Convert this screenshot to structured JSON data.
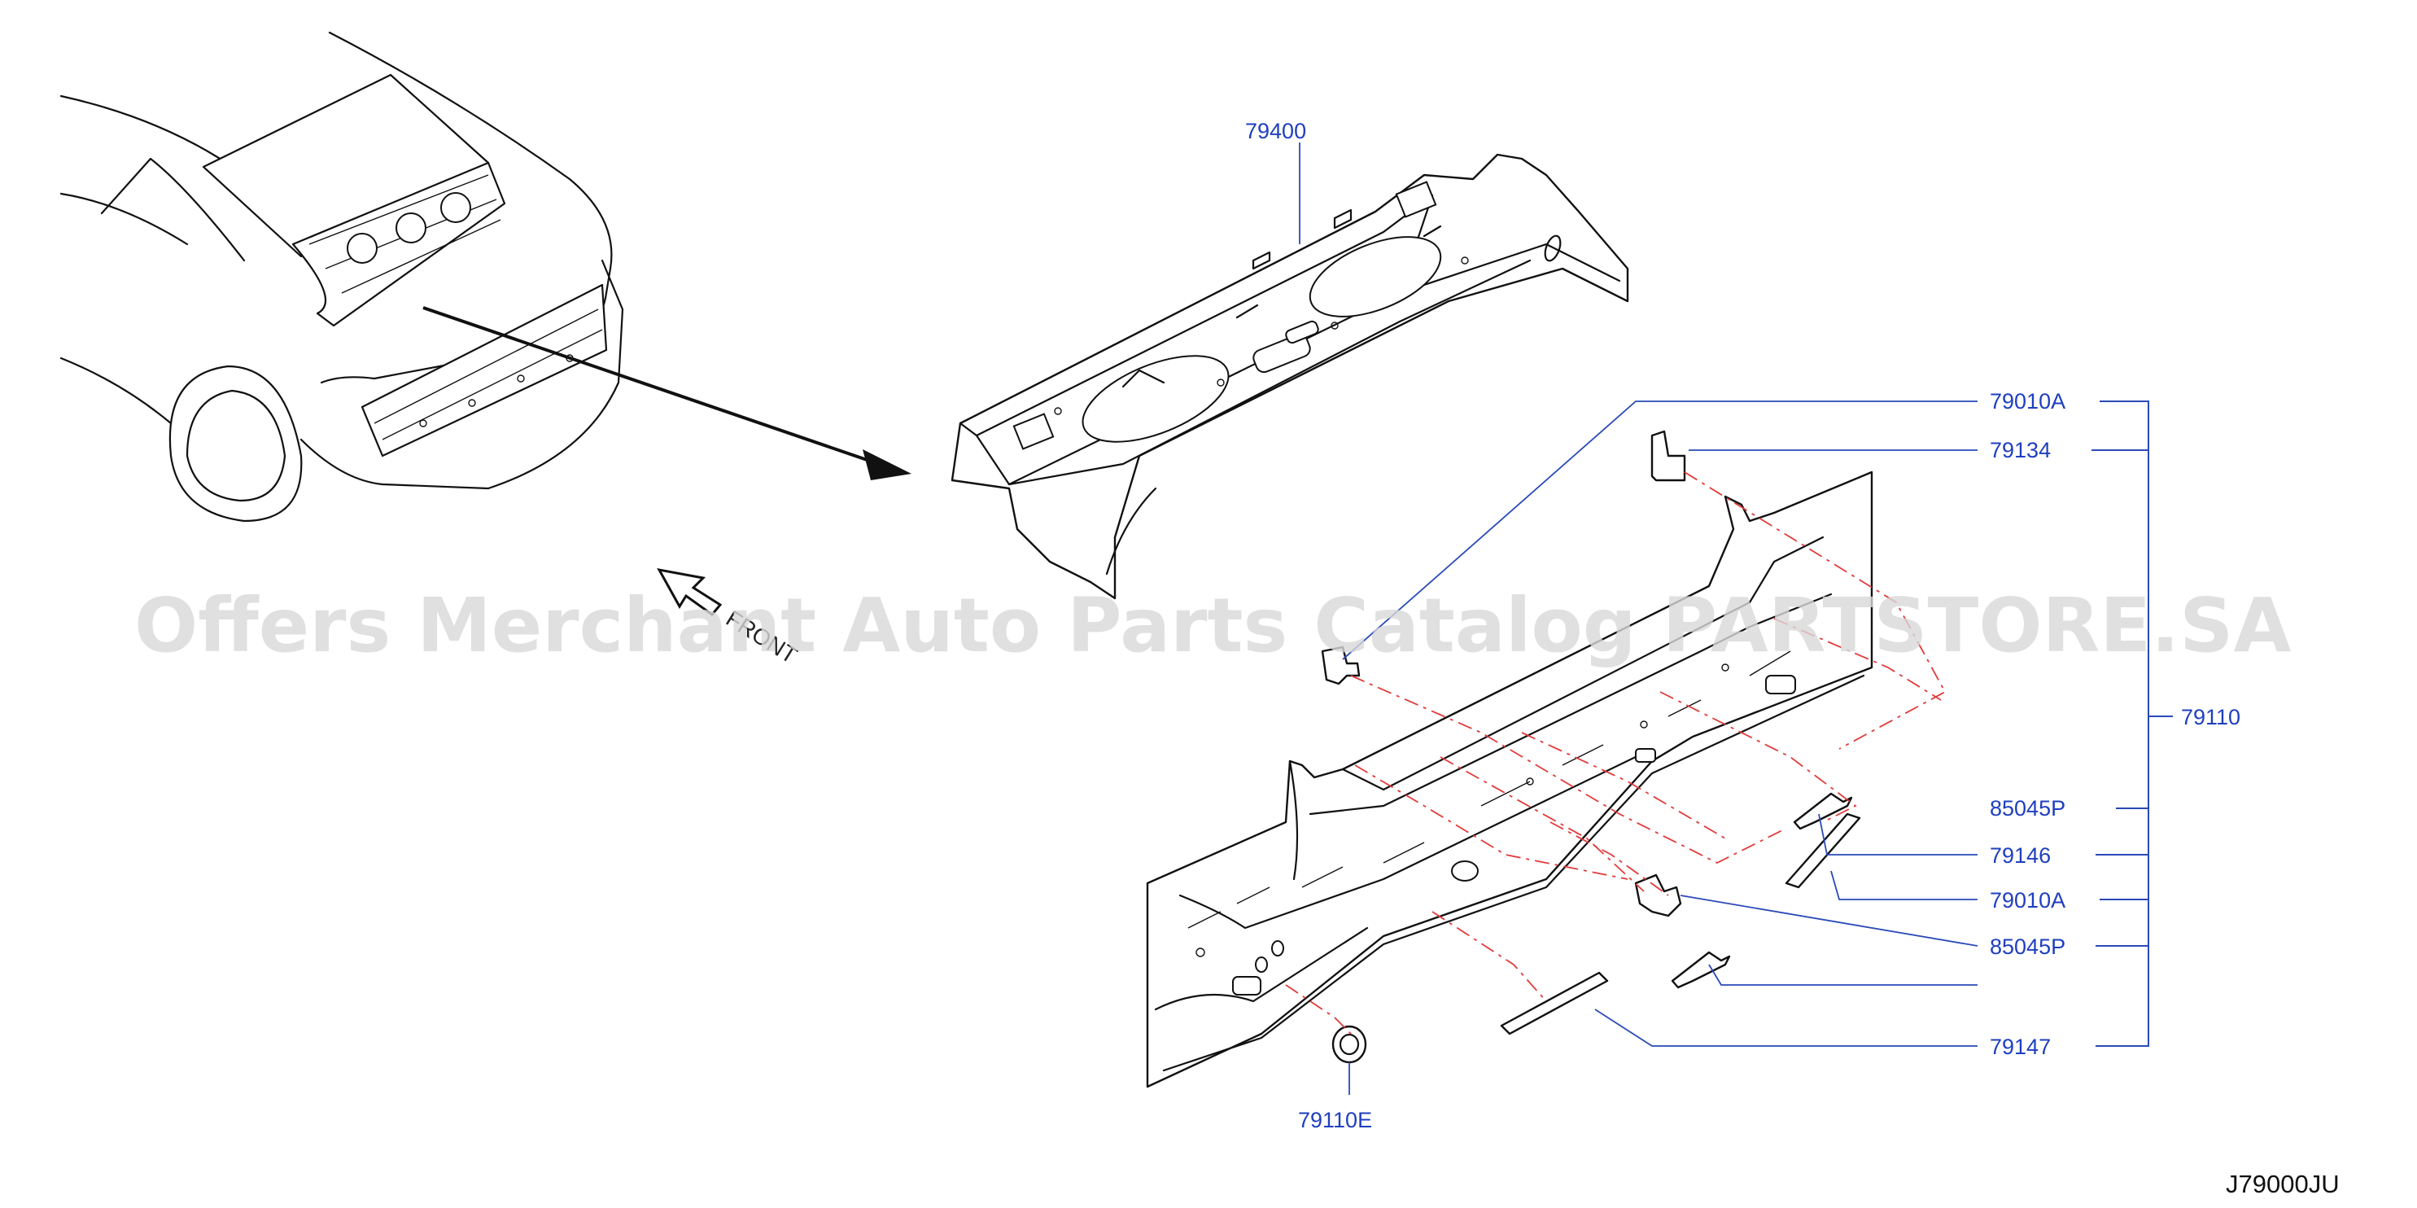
{
  "watermark": "Offers Merchant Auto Parts Catalog PARTSTORE.SA",
  "front_label": "FRONT",
  "diagram_code": "J79000JU",
  "parts": {
    "p79400": "79400",
    "p79010A_top": "79010A",
    "p79134": "79134",
    "p79110": "79110",
    "p85045P_top": "85045P",
    "p79146": "79146",
    "p79010A_mid": "79010A",
    "p85045P_bottom": "85045P",
    "p79147": "79147",
    "p79110E": "79110E"
  },
  "colors": {
    "label": "#1f3fbf",
    "leader": "#2a4ab8",
    "assembly_dash": "#e23b3b",
    "line_art": "#111111"
  }
}
